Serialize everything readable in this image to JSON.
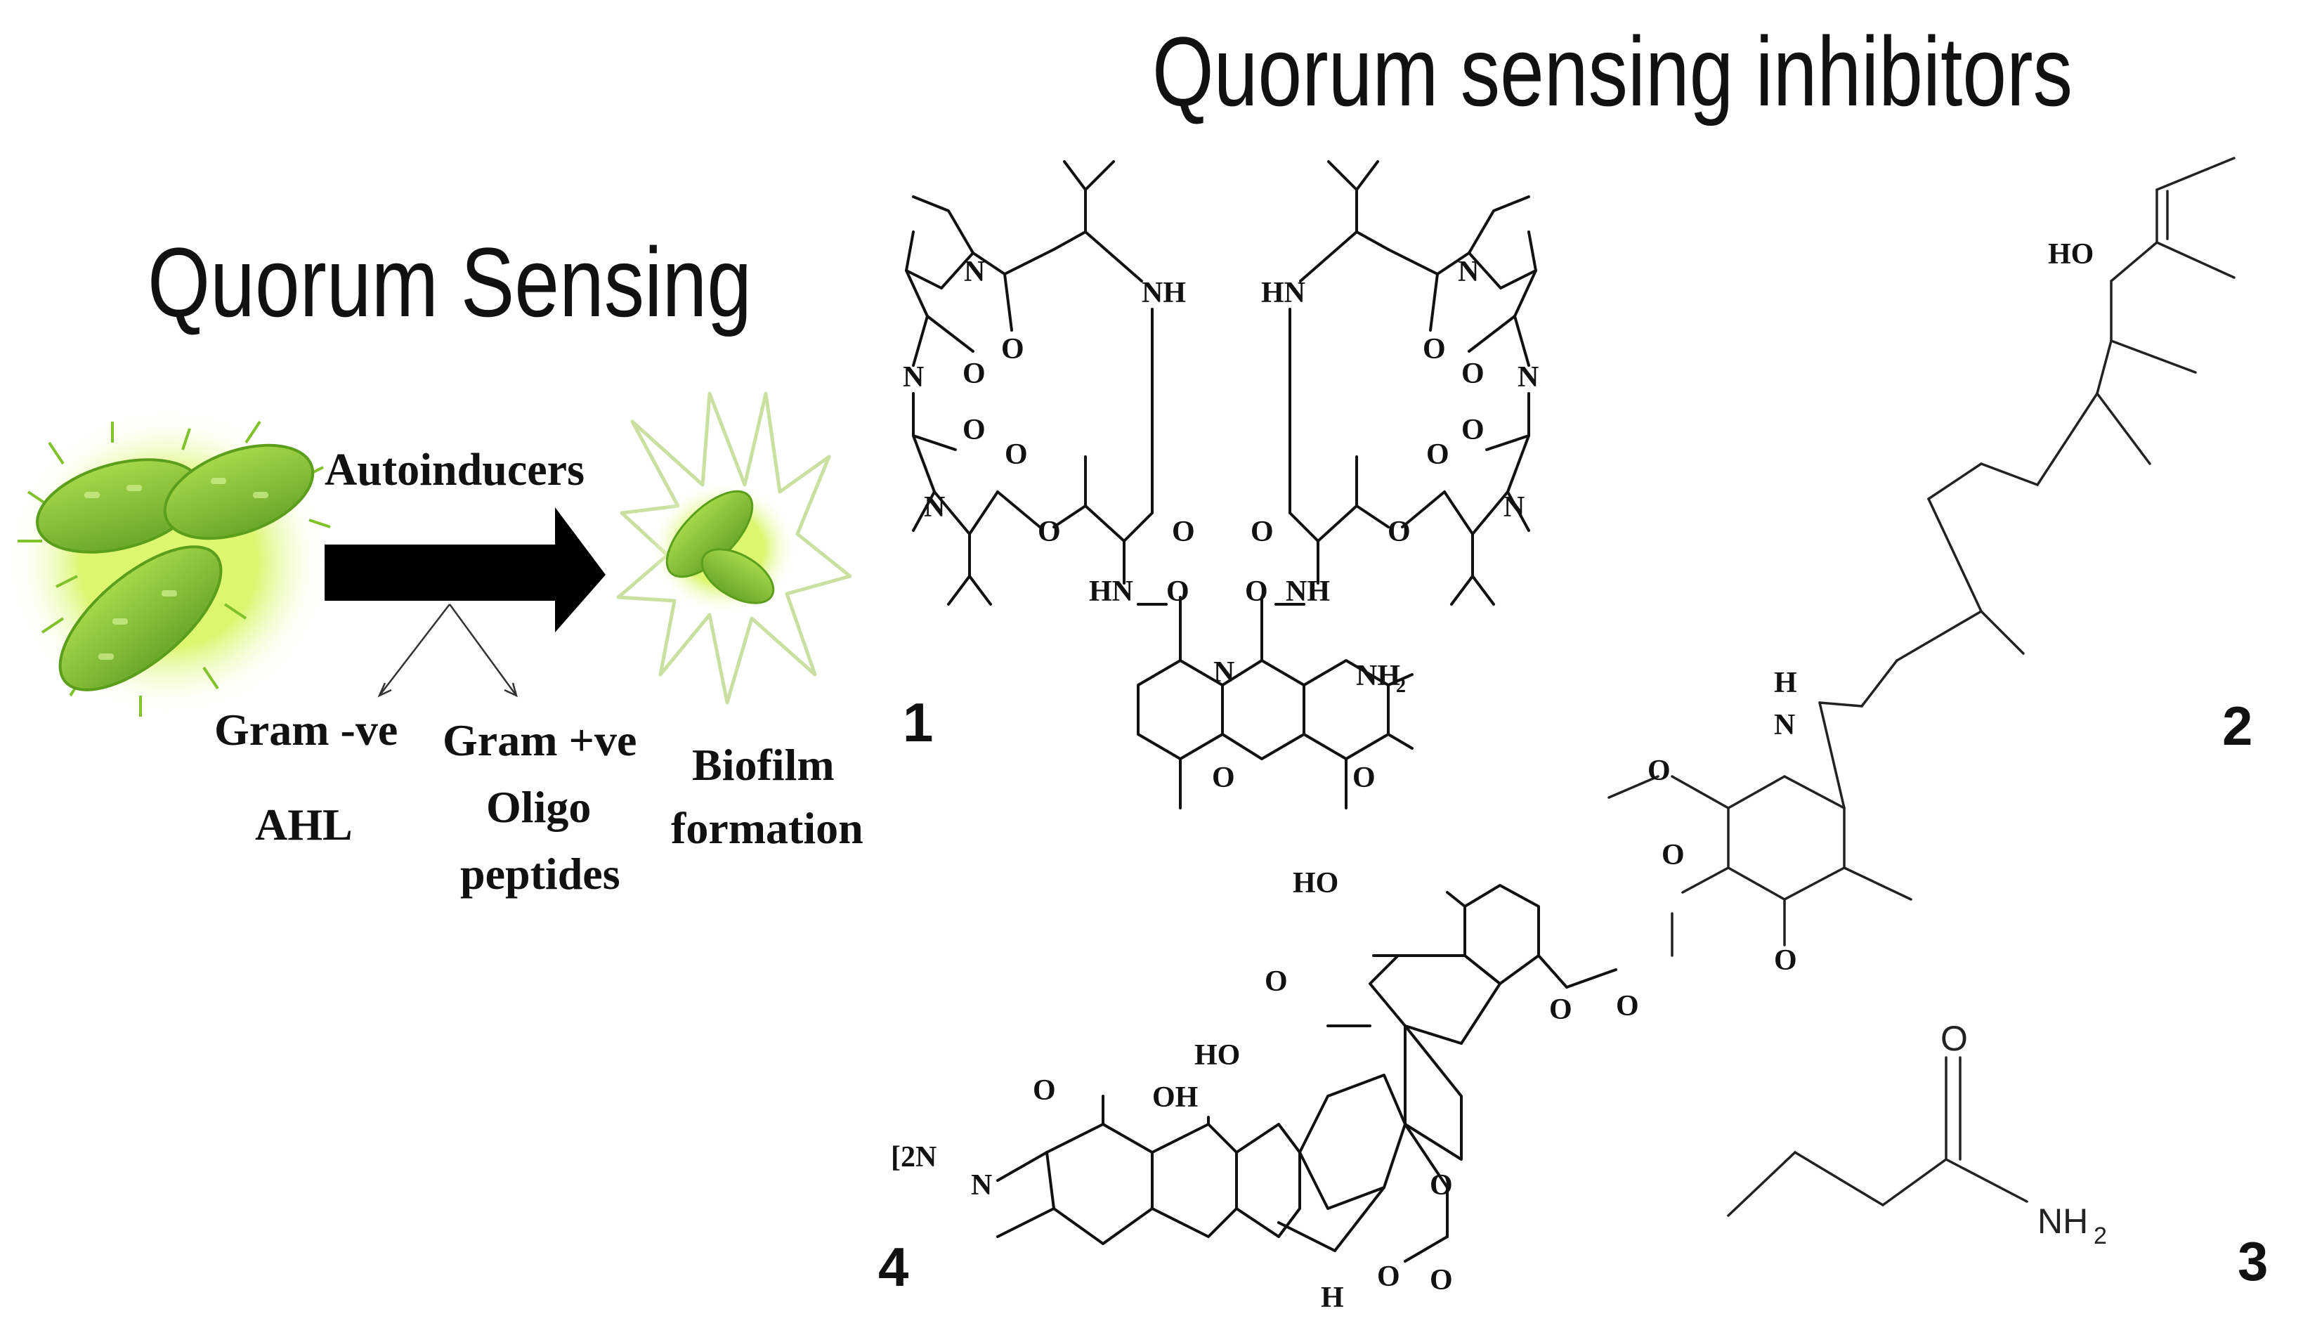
{
  "titles": {
    "left": "Quorum Sensing",
    "right": "Quorum sensing inhibitors"
  },
  "flow": {
    "arrow_label": "Autoinducers",
    "gram_neg": "Gram -ve",
    "gram_neg_signal": "AHL",
    "gram_pos": "Gram +ve",
    "gram_pos_signal_1": "Oligo",
    "gram_pos_signal_2": "peptides",
    "outcome_1": "Biofilm",
    "outcome_2": "formation"
  },
  "compound_numbers": {
    "c1": "1",
    "c2": "2",
    "c3": "3",
    "c4": "4"
  },
  "atom_labels": {
    "NH": "NH",
    "HN": "HN",
    "N": "N",
    "O": "O",
    "NH2": "NH",
    "sub2": "2",
    "HO": "HO",
    "OH": "OH",
    "H": "H",
    "L2N": "[2N"
  },
  "colors": {
    "bacteria_fill": "#8cc63f",
    "bacteria_glow": "#c6f032",
    "bacteria_dark": "#5a9e1c",
    "burst_stroke": "#c9e0a0",
    "arrow": "#000000"
  }
}
